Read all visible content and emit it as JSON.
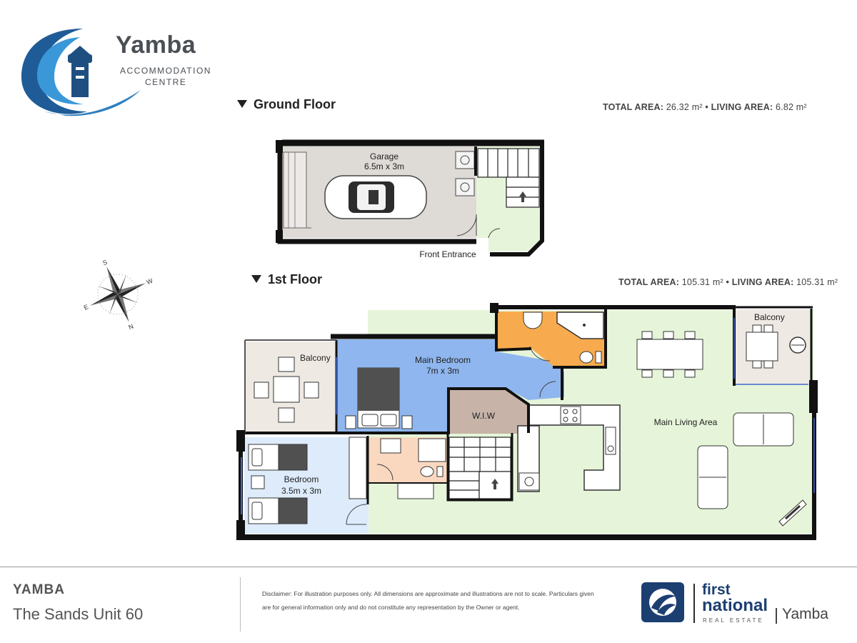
{
  "brand": {
    "name": "Yamba",
    "sub_line1": "ACCOMMODATION",
    "sub_line2": "CENTRE"
  },
  "ground_floor": {
    "title": "Ground Floor",
    "area_total_label": "TOTAL AREA:",
    "area_total_value": "26.32 m²",
    "area_living_label": "• LIVING AREA:",
    "area_living_value": "6.82 m²",
    "rooms": {
      "garage_name": "Garage",
      "garage_dims": "6.5m x 3m",
      "entrance": "Front Entrance"
    }
  },
  "first_floor": {
    "title": "1st Floor",
    "area_total_label": "TOTAL AREA:",
    "area_total_value": "105.31 m²",
    "area_living_label": "• LIVING AREA:",
    "area_living_value": "105.31 m²",
    "rooms": {
      "balcony_left": "Balcony",
      "balcony_right": "Balcony",
      "main_bedroom_name": "Main Bedroom",
      "main_bedroom_dims": "7m x 3m",
      "wiw": "W.I.W",
      "living": "Main Living Area",
      "bedroom_name": "Bedroom",
      "bedroom_dims": "3.5m x 3m"
    }
  },
  "compass": {
    "north": "N",
    "south": "S",
    "east": "E",
    "west": "W"
  },
  "footer": {
    "town": "YAMBA",
    "property": "The Sands Unit 60",
    "disclaimer": "Disclaimer: For illustration purposes only. All dimensions are approximate and illustrations are not to scale. Particulars given are for general information only and do not constitute any representation by the Owner or agent.",
    "agency_first": "first",
    "agency_national": "national",
    "agency_real_estate": "REAL ESTATE",
    "agency_branch": "Yamba"
  },
  "colors": {
    "garage": "#dedad6",
    "entry_green": "#e6f5d9",
    "main_bedroom": "#8fb6ee",
    "ensuite": "#f8ab4e",
    "wiw": "#c7b3a8",
    "bathroom": "#fad8c0",
    "bedroom": "#ddebfb",
    "balcony": "#efe9e3",
    "walls": "#111111",
    "brand_blue": "#1c3f72"
  }
}
